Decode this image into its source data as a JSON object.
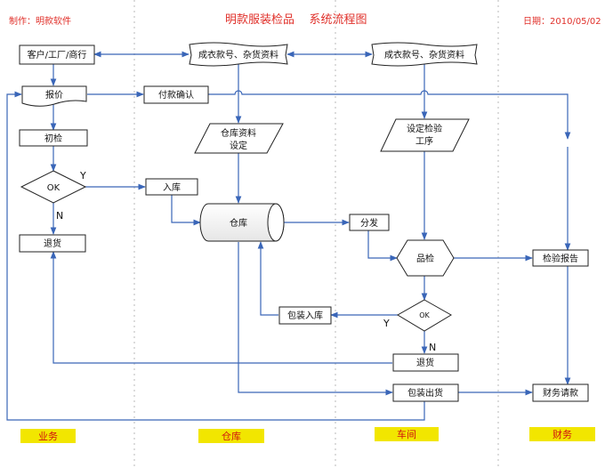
{
  "header": {
    "author": "制作：明款软件",
    "title": "明款服装检品    系统流程图",
    "date": "日期：2010/05/02"
  },
  "lanes": [
    "业务",
    "仓库",
    "车间",
    "财务"
  ],
  "nodes": {
    "customer": "客户/工厂/商行",
    "quote": "报价",
    "initial_check": "初检",
    "ok_decision": "OK",
    "yes_label": "Y",
    "no_label": "N",
    "return_goods": "退货",
    "style_data_1": "成衣款号、杂货资料",
    "style_data_2": "成衣款号、杂货资料",
    "payment_confirm": "付款确认",
    "warehouse_setup_1": "仓库资料",
    "warehouse_setup_2": "设定",
    "warehouse_in": "入库",
    "warehouse": "仓库",
    "inspect_setup_1": "设定检验",
    "inspect_setup_2": "工序",
    "distribute": "分发",
    "qc": "品检",
    "ok_decision_2": "OK",
    "yes_label_2": "Y",
    "no_label_2": "N",
    "package_in": "包装入库",
    "return_goods_2": "退货",
    "package_out": "包装出货",
    "inspect_report": "检验报告",
    "finance_request": "财务请款"
  },
  "colors": {
    "header_text": "#e0302a",
    "line": "#3a66b8",
    "lane_label_bg": "#f2e600",
    "lane_label_text": "#d01010",
    "shape_stroke": "#222222"
  }
}
